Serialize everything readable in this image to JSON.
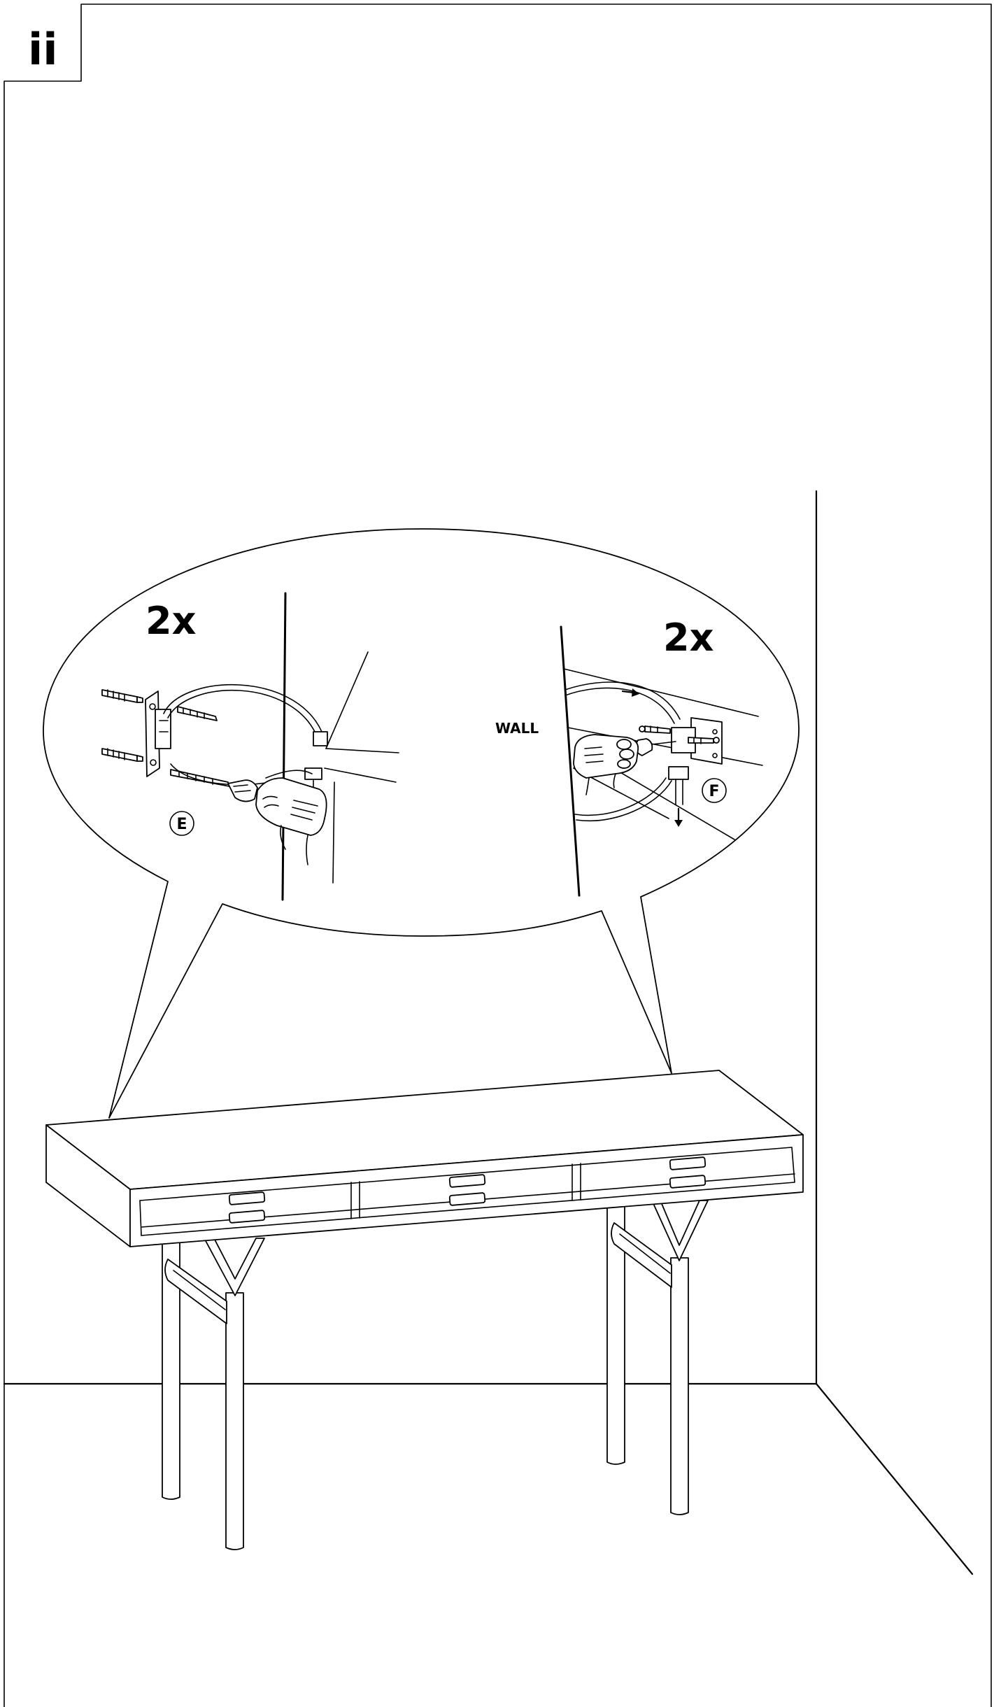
{
  "page": {
    "label": "ii"
  },
  "callout": {
    "left": {
      "quantity": "2x",
      "step_letter": "E"
    },
    "right": {
      "quantity": "2x",
      "step_letter": "F",
      "wall_label": "WALL"
    }
  },
  "colors": {
    "line": "#000000",
    "background": "#ffffff"
  },
  "icons": [
    "wall-plug-icon",
    "screw-icon",
    "wall-bracket-icon",
    "screwdriver-icon",
    "hand-icon",
    "arrow-right-icon",
    "arrow-down-icon"
  ]
}
